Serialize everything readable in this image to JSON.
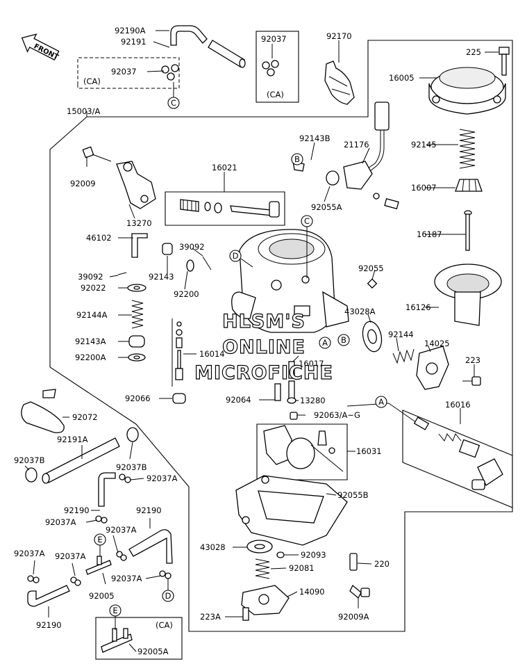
{
  "front_label": "FRONT",
  "watermark": [
    "HLSM'S",
    "ONLINE",
    "MICROFICHE"
  ],
  "reference_letters": [
    "A",
    "B",
    "C",
    "D",
    "E"
  ],
  "part_labels": {
    "p92190A": "92190A",
    "p92191": "92191",
    "p92037_top": "92037",
    "ca_top_right": "(CA)",
    "p92037_left": "92037",
    "ca_top_left": "(CA)",
    "p92170": "92170",
    "p225": "225",
    "p16005": "16005",
    "p15003A": "15003/A",
    "p92143B": "92143B",
    "p21176": "21176",
    "p92145": "92145",
    "p92009": "92009",
    "p16021": "16021",
    "p16007": "16007",
    "p92055A": "92055A",
    "p13270": "13270",
    "p16187": "16187",
    "p46102": "46102",
    "p39092_a": "39092",
    "p92055": "92055",
    "p39092_b": "39092",
    "p92143": "92143",
    "p92022": "92022",
    "p92200": "92200",
    "p43028A": "43028A",
    "p16126": "16126",
    "p92144A": "92144A",
    "p92144": "92144",
    "p14025": "14025",
    "p92143A": "92143A",
    "p16014": "16014",
    "p92200A": "92200A",
    "p16017": "16017",
    "p223": "223",
    "p92066": "92066",
    "p92064": "92064",
    "p13280": "13280",
    "p16016": "16016",
    "p92072": "92072",
    "p92063": "92063/A~G",
    "p92191A": "92191A",
    "p16031": "16031",
    "p92037B_l": "92037B",
    "p92037B_r": "92037B",
    "p92037A_1": "92037A",
    "p92055B": "92055B",
    "p92190_1": "92190",
    "p92190_2": "92190",
    "p92037A_2": "92037A",
    "p92037A_3": "92037A",
    "p43028": "43028",
    "p92093": "92093",
    "p220": "220",
    "p92037A_4": "92037A",
    "p92037A_5": "92037A",
    "p92081": "92081",
    "p92037A_6": "92037A",
    "p92005": "92005",
    "p14090": "14090",
    "p223A": "223A",
    "p92009A": "92009A",
    "p92190_3": "92190",
    "ca_bottom": "(CA)",
    "p92005A": "92005A"
  }
}
